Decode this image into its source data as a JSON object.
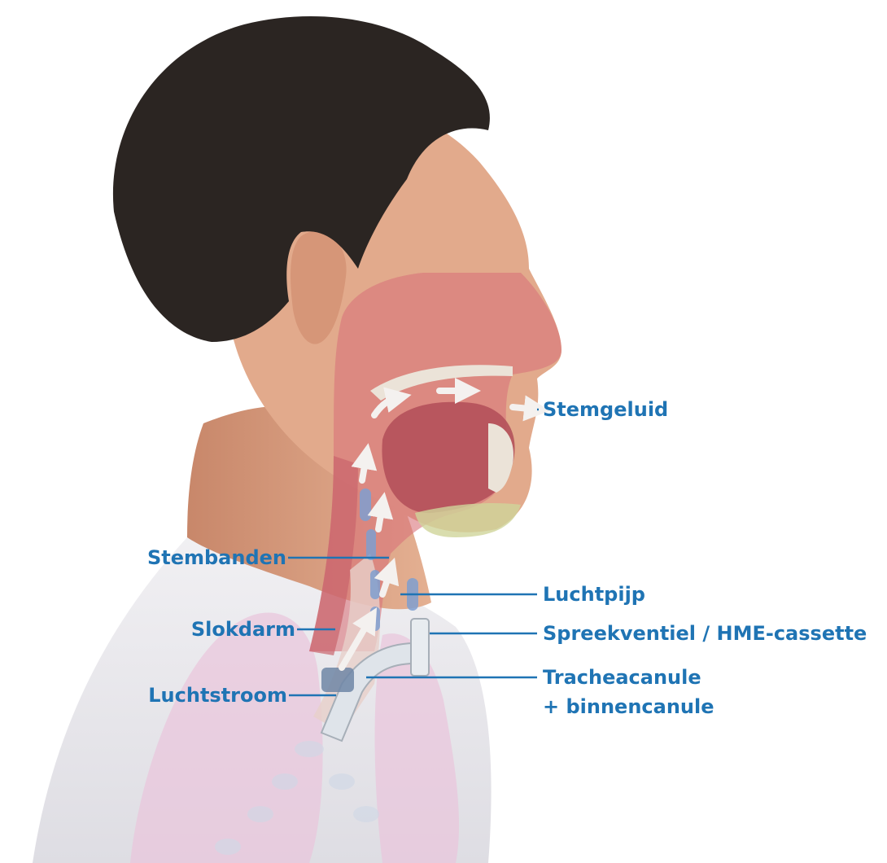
{
  "labels": {
    "stemgeluid": "Stemgeluid",
    "stembanden": "Stembanden",
    "luchtpijp": "Luchtpijp",
    "slokdarm": "Slokdarm",
    "spreekventiel": "Spreekventiel / HME-cassette",
    "tracheacanule_line1": "Tracheacanule",
    "tracheacanule_line2": "+ binnencanule",
    "luchtstroom": "Luchtstroom"
  },
  "colors": {
    "label_text": "#1f74b4",
    "leader_line": "#1f74b4",
    "hair": "#2b2522",
    "skin": "#e0a888",
    "skin_shadow": "#c8876a",
    "shirt": "#ecebee",
    "airway_overlay": "#d9737a",
    "tongue": "#b4515a",
    "bone": "#ebe3d8",
    "cartilage": "#7f9fd0",
    "lung": "#e9c4dc",
    "cannula": "#dfe4ea",
    "arrow": "#f4f1ef"
  },
  "icons": {
    "airflow": "airflow-arrow-icon"
  }
}
